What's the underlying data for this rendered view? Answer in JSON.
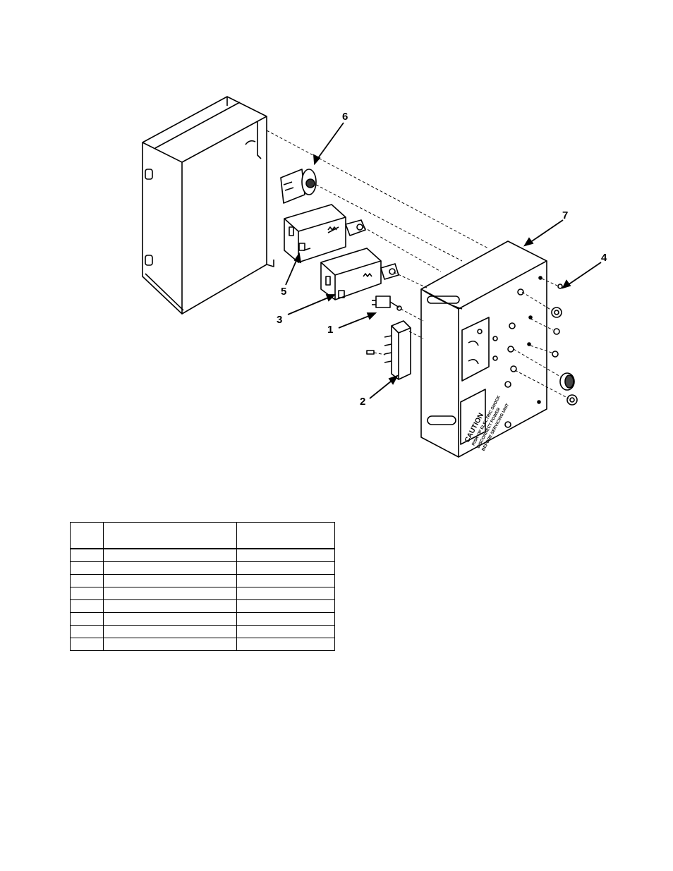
{
  "callouts": [
    {
      "id": "1",
      "label": "1"
    },
    {
      "id": "2",
      "label": "2"
    },
    {
      "id": "3",
      "label": "3"
    },
    {
      "id": "4",
      "label": "4"
    },
    {
      "id": "5",
      "label": "5"
    },
    {
      "id": "6",
      "label": "6"
    },
    {
      "id": "7",
      "label": "7"
    }
  ],
  "caution_label": {
    "heading": "CAUTION",
    "line1": "RISK OF ELECTRIC SHOCK",
    "line2": "DISCONNECT POWER",
    "line3": "BEFORE SERVICING UNIT"
  },
  "table": {
    "headers": [
      "",
      "",
      ""
    ],
    "rows": [
      [
        "",
        "",
        ""
      ],
      [
        "",
        "",
        ""
      ],
      [
        "",
        "",
        ""
      ],
      [
        "",
        "",
        ""
      ],
      [
        "",
        "",
        ""
      ],
      [
        "",
        "",
        ""
      ],
      [
        "",
        "",
        ""
      ],
      [
        "",
        "",
        ""
      ]
    ]
  }
}
